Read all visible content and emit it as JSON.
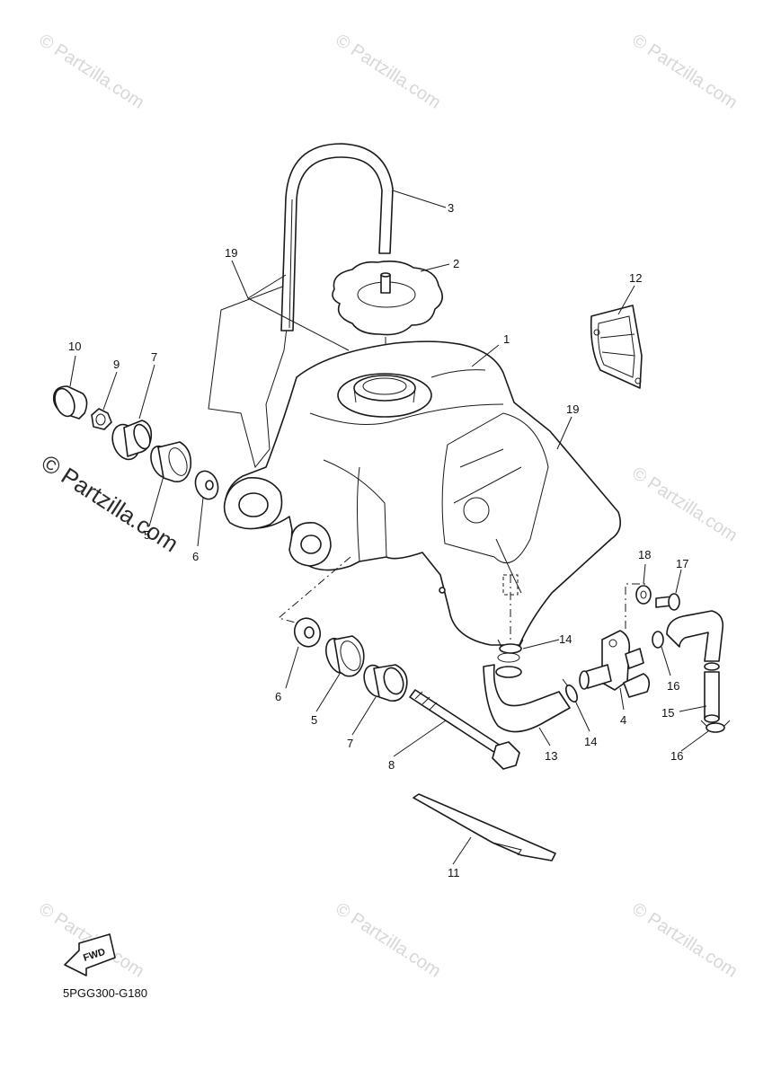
{
  "watermark": "© Partzilla.com",
  "side_watermark": "© Partzilla.com",
  "diagram_code": "5PGG300-G180",
  "fwd_label": "FWD",
  "callouts": {
    "c1": "1",
    "c2": "2",
    "c3": "3",
    "c4": "4",
    "c5a": "5",
    "c5b": "5",
    "c6a": "6",
    "c6b": "6",
    "c7a": "7",
    "c7b": "7",
    "c8": "8",
    "c9": "9",
    "c10": "10",
    "c11": "11",
    "c12": "12",
    "c13": "13",
    "c14a": "14",
    "c14b": "14",
    "c15": "15",
    "c16a": "16",
    "c16b": "16",
    "c17": "17",
    "c18": "18",
    "c19a": "19",
    "c19b": "19"
  }
}
